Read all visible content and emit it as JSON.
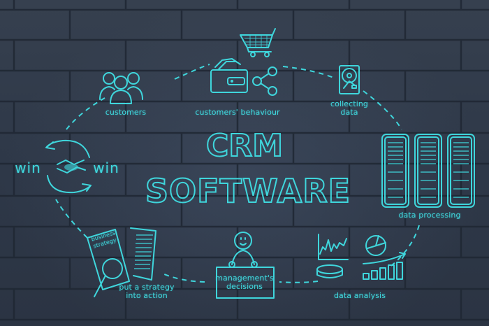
{
  "diagram": {
    "title_line1": "CRM",
    "title_line2": "SOFTWARE",
    "accent_color": "#3fd6dc",
    "background_color": "#2f3a4c",
    "nodes": [
      {
        "id": "customers",
        "label": "customers",
        "icon": "people-icon"
      },
      {
        "id": "customers-behaviour",
        "label": "customers' behaviour",
        "icon": "wallet-cart-share-icon"
      },
      {
        "id": "collecting-data",
        "label_line1": "collecting",
        "label_line2": "data",
        "icon": "hard-drive-icon"
      },
      {
        "id": "data-processing",
        "label": "data processing",
        "icon": "server-racks-icon"
      },
      {
        "id": "data-analysis",
        "label": "data analysis",
        "icon": "charts-icon"
      },
      {
        "id": "management-decisions",
        "label_line1": "management's",
        "label_line2": "decisions",
        "icon": "person-holding-sign-icon"
      },
      {
        "id": "strategy-action",
        "label_line1": "put a strategy",
        "label_line2": "into action",
        "icon": "documents-magnifier-icon",
        "doc_text_line1": "business",
        "doc_text_line2": "strategy"
      },
      {
        "id": "win-win",
        "label_left": "win",
        "label_right": "win",
        "icon": "handshake-icon"
      }
    ],
    "cycle": "dashed-ellipse"
  }
}
